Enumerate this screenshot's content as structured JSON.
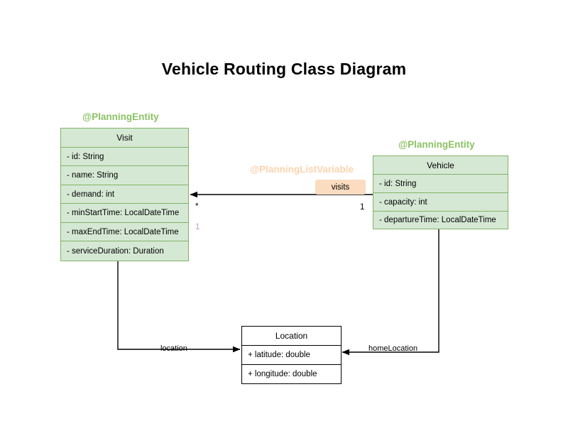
{
  "title": "Vehicle Routing Class Diagram",
  "colors": {
    "entity_fill": "#d5e8d4",
    "entity_border": "#82b366",
    "annotation_green": "#8cc265",
    "annotation_peach": "#fbd3ae",
    "badge_fill": "#fbdcc0",
    "plain_fill": "#ffffff",
    "plain_border": "#000000",
    "multiplicity_purple": "#b9a0d0",
    "edge_stroke": "#000000",
    "title_color": "#000000"
  },
  "classes": [
    {
      "id": "visit",
      "annotation": "@PlanningEntity",
      "name": "Visit",
      "style": "green",
      "attributes": [
        "- id: String",
        "- name: String",
        "- demand: int",
        "- minStartTime: LocalDateTime",
        "- maxEndTime: LocalDateTime",
        "- serviceDuration: Duration"
      ]
    },
    {
      "id": "vehicle",
      "annotation": "@PlanningEntity",
      "name": "Vehicle",
      "style": "green",
      "attributes": [
        "- id: String",
        "- capacity: int",
        "- departureTime: LocalDateTime"
      ]
    },
    {
      "id": "location",
      "annotation": "",
      "name": "Location",
      "style": "plain",
      "attributes": [
        "+ latitude: double",
        "+ longitude: double"
      ]
    }
  ],
  "relationships": [
    {
      "id": "vehicle-visits",
      "annotation": "@PlanningListVariable",
      "label": "visits",
      "source": "Vehicle",
      "target": "Visit",
      "source_multiplicity": "1",
      "target_multiplicity": "*",
      "extra_multiplicity": "1"
    },
    {
      "id": "visit-location",
      "label": "location",
      "source": "Visit",
      "target": "Location"
    },
    {
      "id": "vehicle-homelocation",
      "label": "homeLocation",
      "source": "Vehicle",
      "target": "Location"
    }
  ]
}
